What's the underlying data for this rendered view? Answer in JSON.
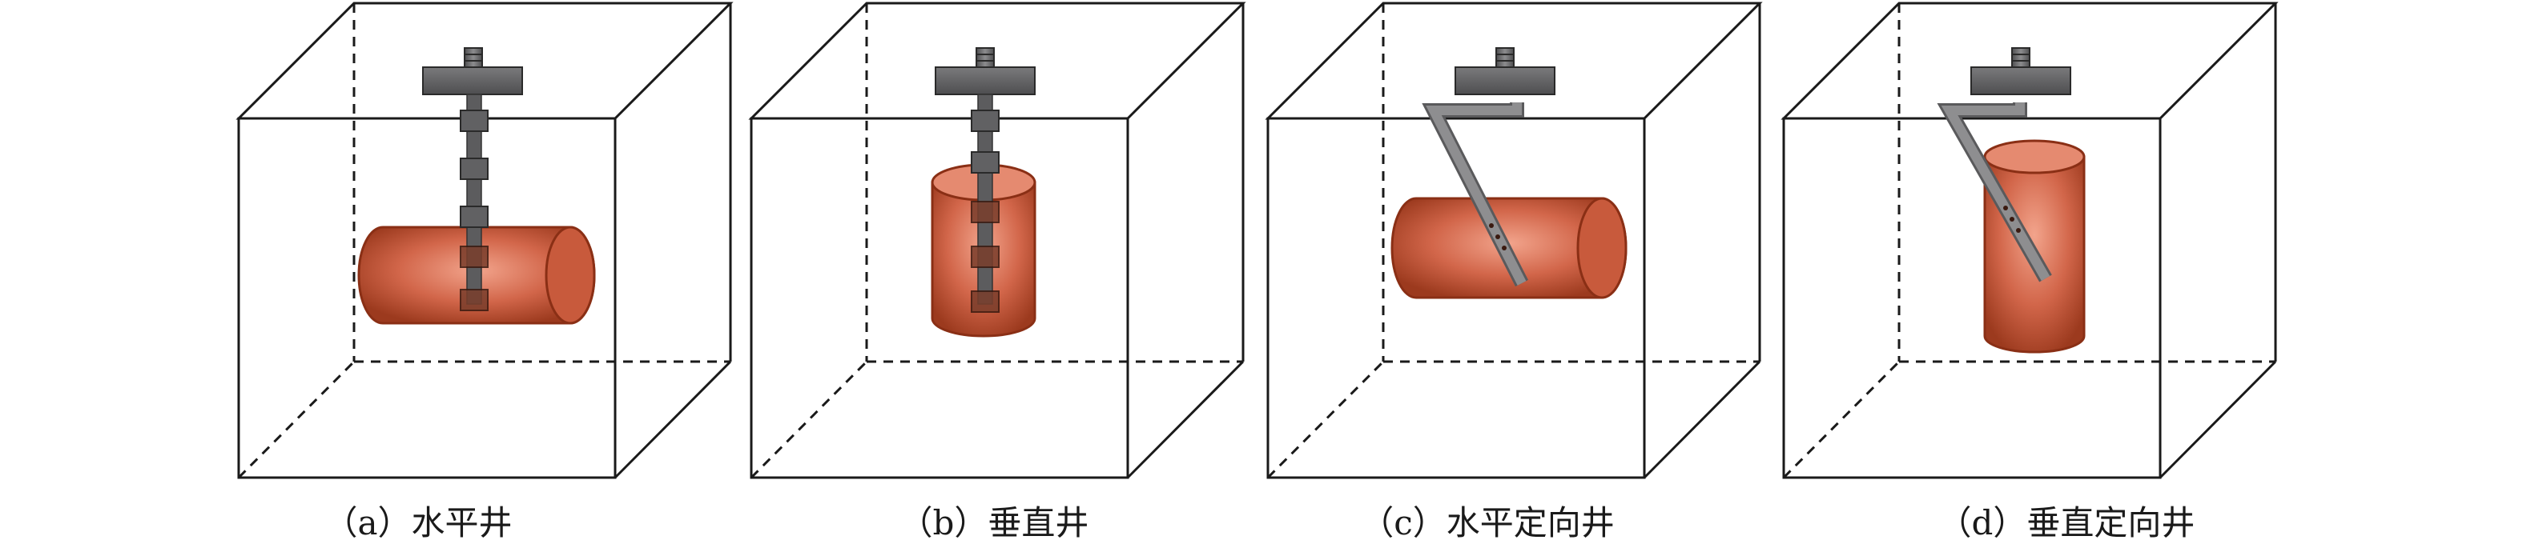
{
  "panels": [
    {
      "id": "a",
      "caption": "（a）水平井",
      "sample_orientation": "horizontal",
      "well_type": "straight-string"
    },
    {
      "id": "b",
      "caption": "（b）垂直井",
      "sample_orientation": "vertical",
      "well_type": "straight-string"
    },
    {
      "id": "c",
      "caption": "（c）水平定向井",
      "sample_orientation": "horizontal",
      "well_type": "deviated-rod"
    },
    {
      "id": "d",
      "caption": "（d）垂直定向井",
      "sample_orientation": "vertical",
      "well_type": "deviated-rod"
    }
  ],
  "colors": {
    "frame": "#1a1a1a",
    "metal_dark": "#58585a",
    "metal_light": "#8a8a8c",
    "rock_edge": "#8a2f15",
    "rock_mid": "#d2664a",
    "rock_light": "#f2a48c"
  }
}
